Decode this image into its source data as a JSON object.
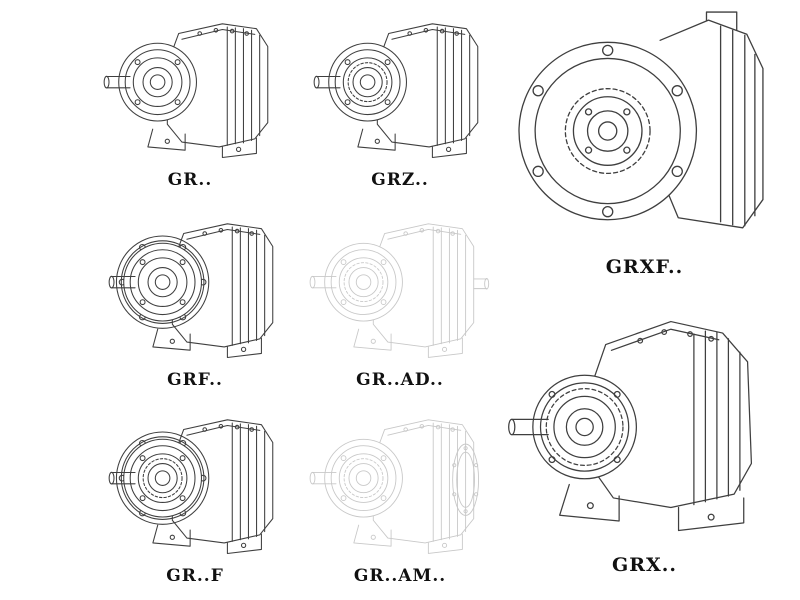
{
  "colors": {
    "line": "#3f3f3f",
    "faded_line": "#c8c8c8",
    "label": "#111111",
    "background": "#ffffff"
  },
  "catalog": {
    "items": [
      {
        "id": "gr",
        "label": "GR.."
      },
      {
        "id": "grz",
        "label": "GRZ.."
      },
      {
        "id": "grxf",
        "label": "GRXF.."
      },
      {
        "id": "grf",
        "label": "GRF.."
      },
      {
        "id": "gr-ad",
        "label": "GR..AD.."
      },
      {
        "id": "gr-f",
        "label": "GR..F"
      },
      {
        "id": "gr-am",
        "label": "GR..AM.."
      },
      {
        "id": "grx",
        "label": "GRX.."
      }
    ]
  }
}
